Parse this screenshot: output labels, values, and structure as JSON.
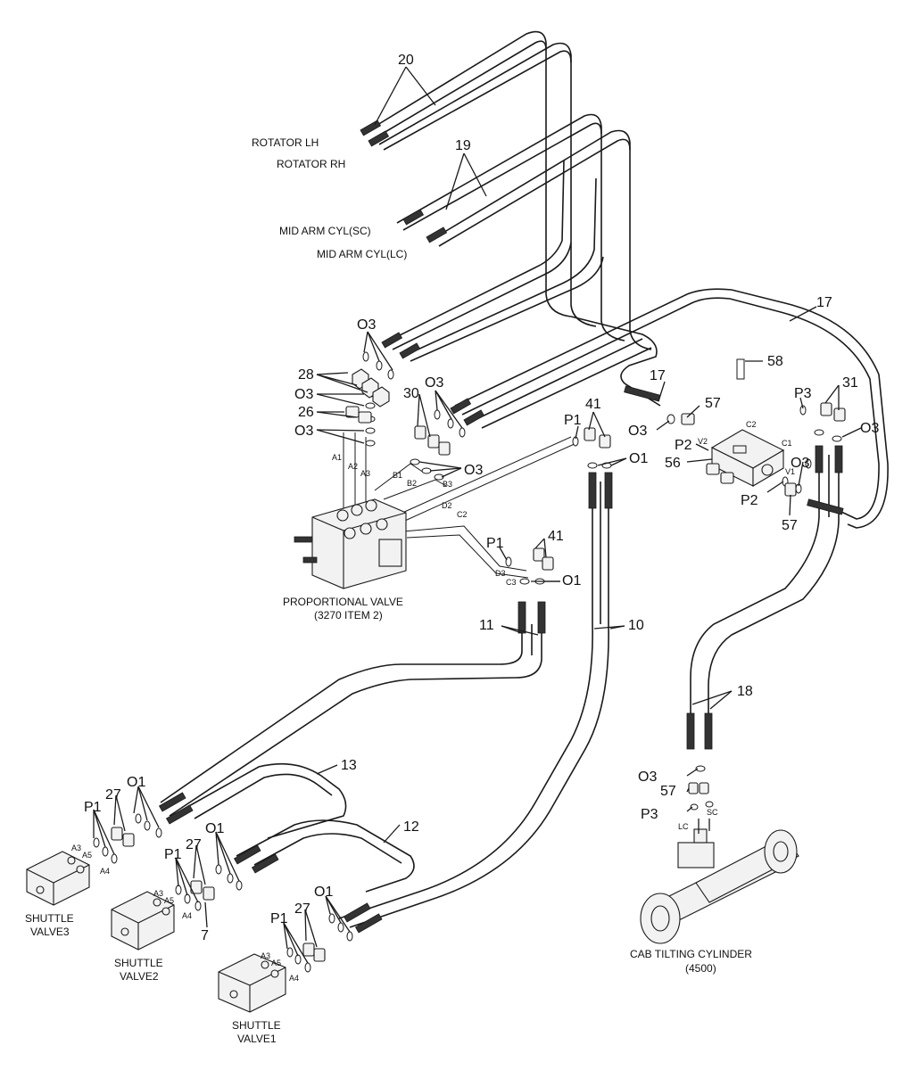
{
  "callouts": {
    "n20": "20",
    "n19": "19",
    "n17a": "17",
    "n17b": "17",
    "n58": "58",
    "n57a": "57",
    "n57b": "57",
    "n57c": "57",
    "n56": "56",
    "n31": "31",
    "n28": "28",
    "n26": "26",
    "n30": "30",
    "n41a": "41",
    "n41b": "41",
    "n11": "11",
    "n10": "10",
    "n18": "18",
    "n13": "13",
    "n12": "12",
    "n27a": "27",
    "n27b": "27",
    "n27c": "27",
    "n7": "7",
    "o3a": "O3",
    "o3b": "O3",
    "o3c": "O3",
    "o3d": "O3",
    "o3e": "O3",
    "o3f": "O3",
    "o3g": "O3",
    "o3h": "O3",
    "o3i": "O3",
    "o1a": "O1",
    "o1b": "O1",
    "o1c": "O1",
    "o1d": "O1",
    "o1e": "O1",
    "p1a": "P1",
    "p1b": "P1",
    "p1c": "P1",
    "p1d": "P1",
    "p1e": "P1",
    "p2a": "P2",
    "p2b": "P2",
    "p3a": "P3",
    "p3b": "P3"
  },
  "labels": {
    "rotator_lh": "ROTATOR LH",
    "rotator_rh": "ROTATOR RH",
    "mid_arm_sc": "MID ARM CYL(SC)",
    "mid_arm_lc": "MID ARM CYL(LC)",
    "prop_valve": "PROPORTIONAL VALVE",
    "prop_valve_item": "(3270 ITEM 2)",
    "shuttle3_a": "SHUTTLE",
    "shuttle3_b": "VALVE3",
    "shuttle2_a": "SHUTTLE",
    "shuttle2_b": "VALVE2",
    "shuttle1_a": "SHUTTLE",
    "shuttle1_b": "VALVE1",
    "cab_cyl": "CAB TILTING CYLINDER",
    "cab_cyl_item": "(4500)"
  },
  "ports": {
    "a1": "A1",
    "a2": "A2",
    "a3": "A3",
    "b1": "B1",
    "b2": "B2",
    "b3": "B3",
    "c2": "C2",
    "d2": "D2",
    "c3": "C3",
    "d3": "D3",
    "blk_c2": "C2",
    "blk_c1": "C1",
    "blk_v2": "V2",
    "blk_v1": "V1",
    "lc": "LC",
    "sc": "SC",
    "s3_a3": "A3",
    "s3_a5": "A5",
    "s3_a4": "A4",
    "s2_a3": "A3",
    "s2_a5": "A5",
    "s2_a4": "A4",
    "s1_a3": "A3",
    "s1_a5": "A5",
    "s1_a4": "A4"
  }
}
